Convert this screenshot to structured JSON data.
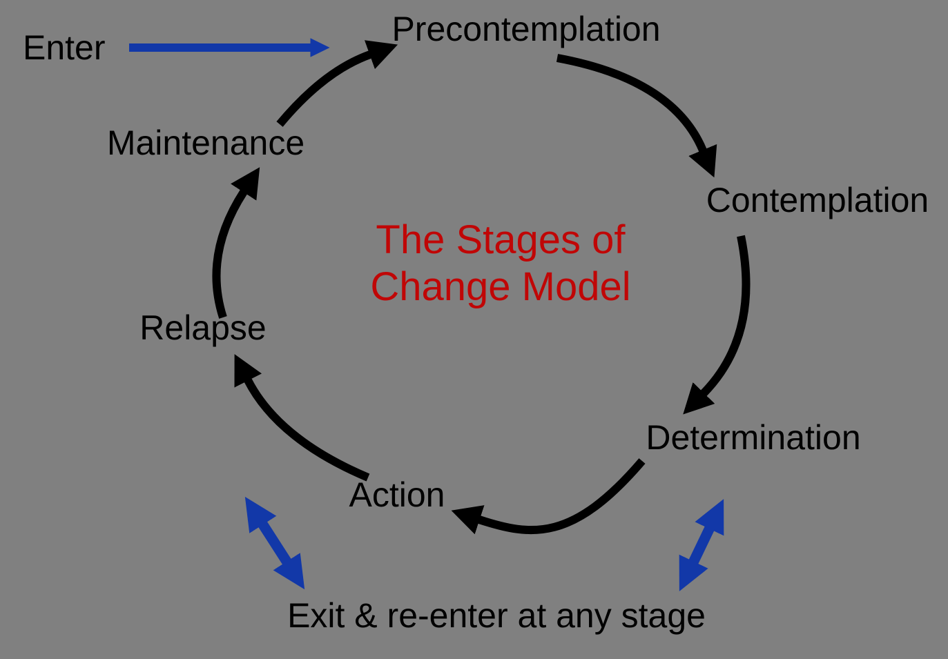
{
  "diagram": {
    "background_color": "#808080",
    "title": {
      "line1": "The Stages of",
      "line2": "Change Model",
      "color": "#C00606"
    },
    "entry": {
      "label": "Enter"
    },
    "exit_note": {
      "label": "Exit & re-enter at any stage"
    },
    "stages": [
      {
        "label": "Precontemplation"
      },
      {
        "label": "Contemplation"
      },
      {
        "label": "Determination"
      },
      {
        "label": "Action"
      },
      {
        "label": "Relapse"
      },
      {
        "label": "Maintenance"
      }
    ],
    "cycle_order": [
      "Enter → Precontemplation",
      "Precontemplation → Contemplation",
      "Contemplation → Determination",
      "Determination → Action",
      "Action → Relapse",
      "Relapse → Maintenance",
      "Maintenance → Precontemplation"
    ],
    "colors": {
      "cycle_arrow": "#000000",
      "enter_exit_arrow": "#1238A8",
      "stage_text": "#000000"
    }
  }
}
